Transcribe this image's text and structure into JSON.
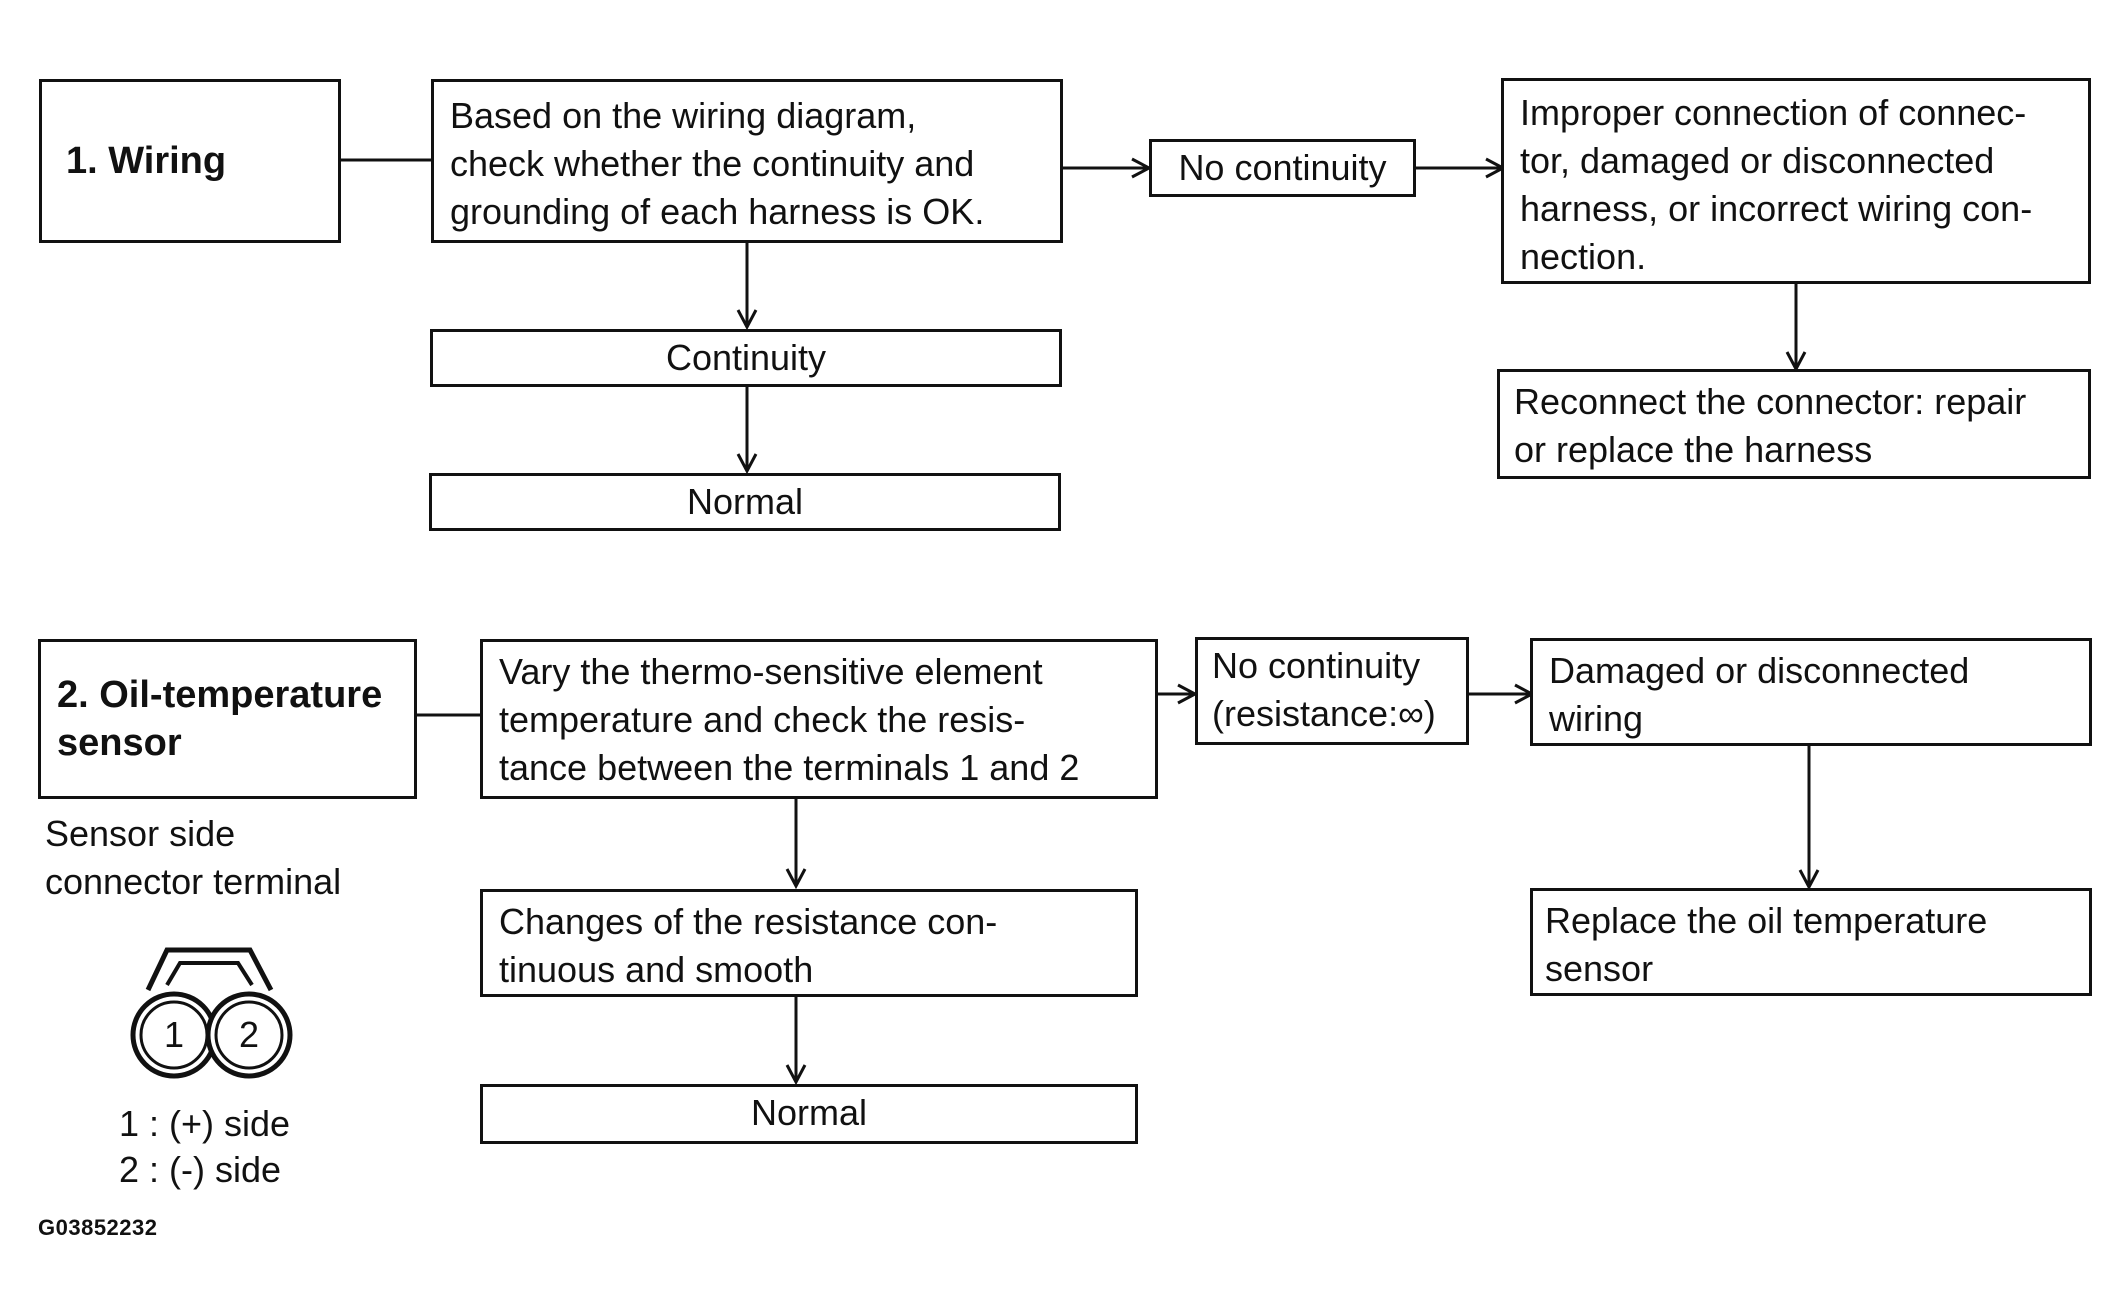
{
  "section1": {
    "title": "1. Wiring",
    "check": "Based on the wiring diagram,\ncheck whether the continuity and\ngrounding of each harness is OK.",
    "no_continuity": "No continuity",
    "continuity": "Continuity",
    "normal": "Normal",
    "fault": "Improper connection of connec-\ntor, damaged or disconnected\nharness, or incorrect wiring con-\nnection.",
    "remedy": "Reconnect the connector: repair\nor replace the harness"
  },
  "section2": {
    "title": "2. Oil-temperature\n    sensor",
    "check": "Vary the thermo-sensitive element\ntemperature and check the resis-\ntance between the terminals 1 and 2",
    "no_continuity": "No continuity\n(resistance:∞)",
    "fault": "Damaged or disconnected\nwiring",
    "remedy": "Replace the oil temperature\nsensor",
    "ok_result": "Changes of the resistance con-\ntinuous and smooth",
    "normal": "Normal"
  },
  "connector": {
    "caption": "Sensor side\nconnector terminal",
    "terminal_1": "1",
    "terminal_2": "2",
    "legend_1": "1 : (+) side",
    "legend_2": "2 : (-) side"
  },
  "figure_code": "G03852232"
}
